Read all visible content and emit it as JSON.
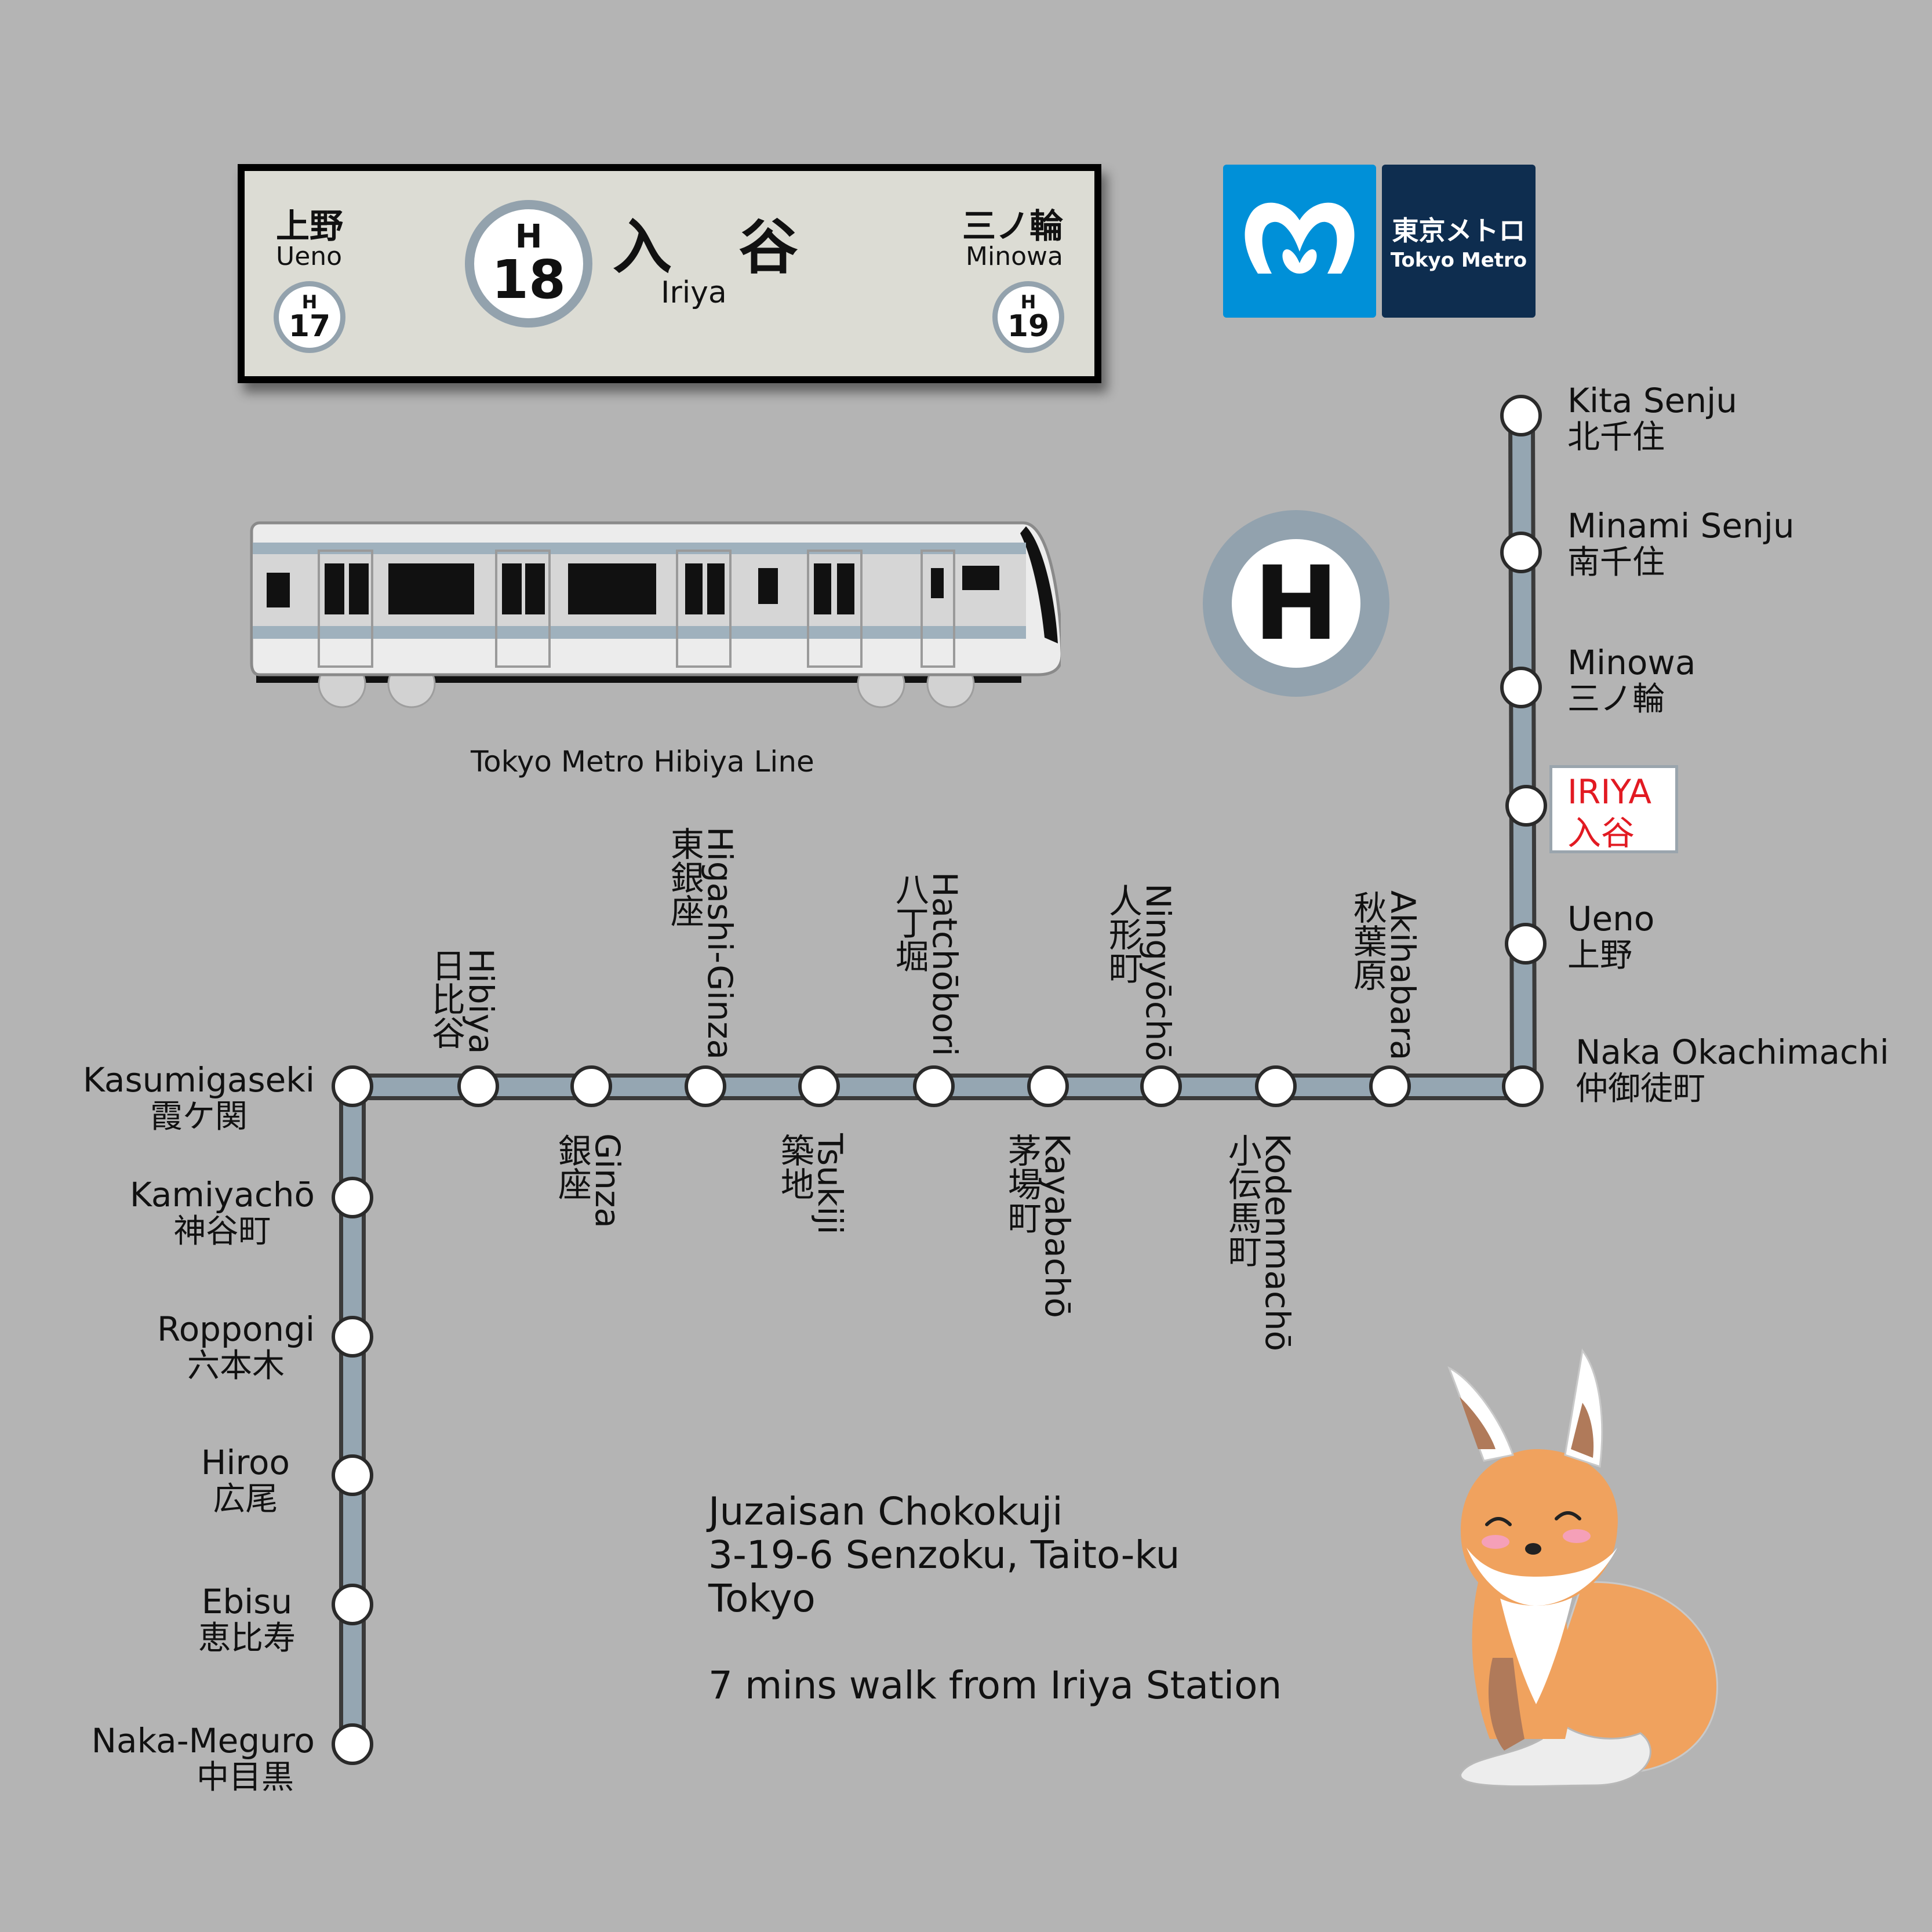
{
  "sign": {
    "prev_jp": "上野",
    "prev_en": "Ueno",
    "prev_line": "H",
    "prev_num": "17",
    "cur_line": "H",
    "cur_num": "18",
    "cur_jp": "入 谷",
    "cur_en": "Iriya",
    "next_jp": "三ノ輪",
    "next_en": "Minowa",
    "next_line": "H",
    "next_num": "19"
  },
  "logo": {
    "jp": "東京メトロ",
    "en": "Tokyo Metro"
  },
  "line_badge": "H",
  "train_caption": "Tokyo Metro Hibiya Line",
  "colors": {
    "line": "#95a6b2",
    "background": "#b4b4b4",
    "logo_blue": "#0090d8",
    "logo_navy": "#0e2d4f",
    "highlight": "#e21a22"
  },
  "route": {
    "right_branch": [
      {
        "en": "Kita Senju",
        "jp": "北千住"
      },
      {
        "en": "Minami Senju",
        "jp": "南千住"
      },
      {
        "en": "Minowa",
        "jp": "三ノ輪"
      },
      {
        "en": "IRIYA",
        "jp": "入谷"
      },
      {
        "en": "Ueno",
        "jp": "上野"
      },
      {
        "en": "Naka Okachimachi",
        "jp": "仲御徒町"
      }
    ],
    "top_labels": [
      {
        "en": "Hibiya",
        "jp": "日比谷"
      },
      {
        "en": "Higashi-Ginza",
        "jp": "東銀座"
      },
      {
        "en": "Hatchōbori",
        "jp": "八丁堀"
      },
      {
        "en": "Ningyōchō",
        "jp": "人形町"
      },
      {
        "en": "Akihabara",
        "jp": "秋葉原"
      }
    ],
    "bottom_labels": [
      {
        "en": "Ginza",
        "jp": "銀座"
      },
      {
        "en": "Tsukiji",
        "jp": "築地"
      },
      {
        "en": "Kayabachō",
        "jp": "茅場町"
      },
      {
        "en": "Kodenmachō",
        "jp": "小伝馬町"
      }
    ],
    "left_branch": [
      {
        "en": "Kasumigaseki",
        "jp": "霞ケ関"
      },
      {
        "en": "Kamiyachō",
        "jp": "神谷町"
      },
      {
        "en": "Roppongi",
        "jp": "六本木"
      },
      {
        "en": "Hiroo",
        "jp": "広尾"
      },
      {
        "en": "Ebisu",
        "jp": "恵比寿"
      },
      {
        "en": "Naka-Meguro",
        "jp": "中目黒"
      }
    ]
  },
  "info": {
    "line1": "Juzaisan Chokokuji",
    "line2": "3-19-6 Senzoku, Taito-ku",
    "line3": "Tokyo",
    "line4": "7 mins walk from Iriya Station"
  }
}
